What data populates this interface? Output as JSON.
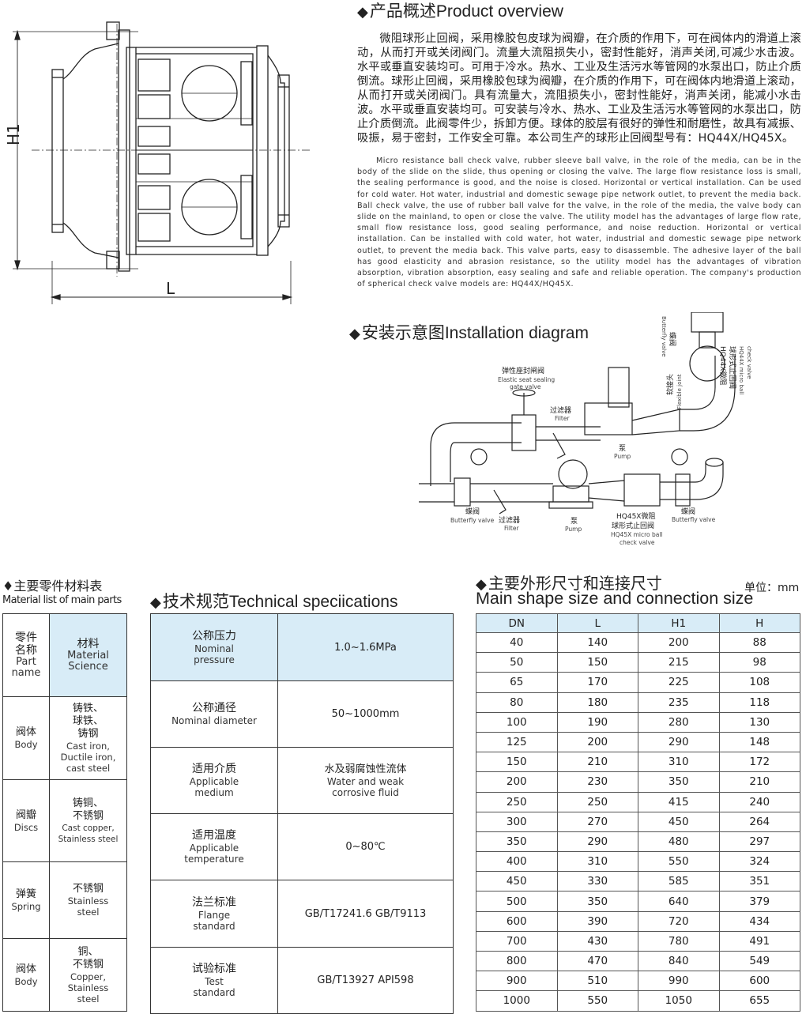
{
  "overview": {
    "title_cn": "产品概述",
    "title_en": "Product overview",
    "text_cn": "微阻球形止回阀，采用橡胶包皮球为阀瓣，在介质的作用下，可在阀体内的滑道上滚动，从而打开或关闭阀门。流量大流阻损失小，密封性能好，消声关闭,可减少水击波。水平或垂直安装均可。可用于冷水。热水、工业及生活污水等管网的水泵出口，防止介质倒流。球形止回阀，采用橡胶包球为阀瓣，在介质的作用下，可在阀体内地滑道上滚动，从而打开或关闭阀门。具有流量大，流阻损失小，密封性能好，消声关闭，能减小水击波。水平或垂直安装均可。可安装与冷水、热水、工业及生活污水等管网的水泵出口，防止介质倒流。此阀零件少，拆卸方便。球体的胶层有很好的弹性和耐磨性，故具有减振、吸振，易于密封，工作安全可靠。本公司生产的球形止回阀型号有：HQ44X/HQ45X。",
    "text_en": "Micro resistance ball check valve, rubber sleeve ball valve, in the role of the media, can be in the body of the slide on the slide, thus opening or closing the valve. The large flow resistance loss is small, the sealing performance is good, and the noise is closed. Horizontal or vertical installation. Can be used for cold water. Hot water, industrial and domestic sewage pipe network outlet, to prevent the media back. Ball check valve, the use of rubber ball valve for the valve, in the role of the media, the valve body can slide on the mainland, to open or close the valve. The utility model has the advantages of large flow rate, small flow resistance loss, good sealing performance, and noise reduction. Horizontal or vertical installation. Can be installed with cold water, hot water, industrial and domestic sewage pipe network outlet, to prevent the media back. This valve parts, easy to disassemble. The adhesive layer of the ball has good elasticity and abrasion resistance, so the utility model has the advantages of vibration absorption, vibration absorption, easy sealing and safe and reliable operation. The company's production of spherical check valve models are: HQ44X/HQ45X."
  },
  "drawing": {
    "h1": "H1",
    "l": "L"
  },
  "install": {
    "title_cn": "安装示意图",
    "title_en": "Installation diagram",
    "labels": {
      "gate_cn": "弹性座封闸阀",
      "gate_en1": "Elastic seat sealing",
      "gate_en2": "gate valve",
      "filter_top_cn": "过滤器",
      "filter_top_en": "Filter",
      "pump_top_cn": "泵",
      "pump_top_en": "Pump",
      "bfly_v_cn": "蝶阀",
      "bfly_v_en": "Butterfly valve",
      "flex_cn": "软接头",
      "flex_en": "Flexible joint",
      "hq44_cn1": "HQ44X微阻",
      "hq44_cn2": "球形式止回阀",
      "hq44_en1": "HQ44X micro ball",
      "hq44_en2": "check valve",
      "bfly_bl_cn": "蝶阀",
      "bfly_bl_en": "Butterfly valve",
      "filter_bot_cn": "过滤器",
      "filter_bot_en": "Filter",
      "pump_bot_cn": "泵",
      "pump_bot_en": "Pump",
      "hq45_cn1": "HQ45X微阻",
      "hq45_cn2": "球形式止回阀",
      "hq45_en1": "HQ45X micro ball",
      "hq45_en2": "check valve",
      "bfly_br_cn": "蝶阀",
      "bfly_br_en": "Butterfly valve"
    }
  },
  "materials": {
    "title_cn": "主要零件材料表",
    "title_en": "Material list of main parts",
    "header": {
      "part_cn1": "零件",
      "part_cn2": "名称",
      "part_en1": "Part",
      "part_en2": "name",
      "mat_cn": "材料",
      "mat_en1": "Material",
      "mat_en2": "Science"
    },
    "rows": [
      {
        "part_cn": "阀体",
        "part_en": "Body",
        "mat_cn": [
          "铸铁、",
          "球铁、",
          "铸钢"
        ],
        "mat_en": [
          "Cast iron,",
          "Ductile iron,",
          "cast steel"
        ]
      },
      {
        "part_cn": "阀瓣",
        "part_en": "Discs",
        "mat_cn": [
          "铸铜、",
          "不锈钢"
        ],
        "mat_en": [
          "Cast copper,",
          "Stainless steel"
        ]
      },
      {
        "part_cn": "弹簧",
        "part_en": "Spring",
        "mat_cn": [
          "不锈钢"
        ],
        "mat_en": [
          "Stainless",
          "steel"
        ]
      },
      {
        "part_cn": "阀体",
        "part_en": "Body",
        "mat_cn": [
          "铜、",
          "不锈钢"
        ],
        "mat_en": [
          "Copper,",
          "Stainless",
          "steel"
        ]
      }
    ]
  },
  "specs": {
    "title_cn": "技术规范",
    "title_en": "Technical speciications",
    "rows": [
      {
        "cn": "公称压力",
        "en": [
          "Nominal",
          "pressure"
        ],
        "val": [
          "1.0~1.6MPa"
        ]
      },
      {
        "cn": "公称通径",
        "en": [
          "Nominal diameter"
        ],
        "val": [
          "50~1000mm"
        ]
      },
      {
        "cn": "适用介质",
        "en": [
          "Applicable",
          "medium"
        ],
        "val": [
          "水及弱腐蚀性流体",
          "Water and weak",
          "corrosive fluid"
        ]
      },
      {
        "cn": "适用温度",
        "en": [
          "Applicable",
          "temperature"
        ],
        "val": [
          "0~80℃"
        ]
      },
      {
        "cn": "法兰标准",
        "en": [
          "Flange",
          "standard"
        ],
        "val": [
          "GB/T17241.6 GB/T9113"
        ]
      },
      {
        "cn": "试验标准",
        "en": [
          "Test",
          "standard"
        ],
        "val": [
          "GB/T13927 API598"
        ]
      }
    ]
  },
  "dimensions": {
    "title_cn": "主要外形尺寸和连接尺寸",
    "title_en": "Main shape size and connection size",
    "unit": "单位：mm",
    "columns": [
      "DN",
      "L",
      "H1",
      "H"
    ],
    "rows": [
      [
        "40",
        "140",
        "200",
        "88"
      ],
      [
        "50",
        "150",
        "215",
        "98"
      ],
      [
        "65",
        "170",
        "225",
        "108"
      ],
      [
        "80",
        "180",
        "235",
        "118"
      ],
      [
        "100",
        "190",
        "280",
        "130"
      ],
      [
        "125",
        "200",
        "290",
        "148"
      ],
      [
        "150",
        "210",
        "310",
        "172"
      ],
      [
        "200",
        "230",
        "350",
        "210"
      ],
      [
        "250",
        "250",
        "415",
        "240"
      ],
      [
        "300",
        "270",
        "450",
        "264"
      ],
      [
        "350",
        "290",
        "480",
        "297"
      ],
      [
        "400",
        "310",
        "550",
        "324"
      ],
      [
        "450",
        "330",
        "585",
        "351"
      ],
      [
        "500",
        "350",
        "640",
        "379"
      ],
      [
        "600",
        "390",
        "720",
        "434"
      ],
      [
        "700",
        "430",
        "780",
        "491"
      ],
      [
        "800",
        "470",
        "840",
        "549"
      ],
      [
        "900",
        "510",
        "990",
        "600"
      ],
      [
        "1000",
        "550",
        "1050",
        "655"
      ]
    ]
  }
}
